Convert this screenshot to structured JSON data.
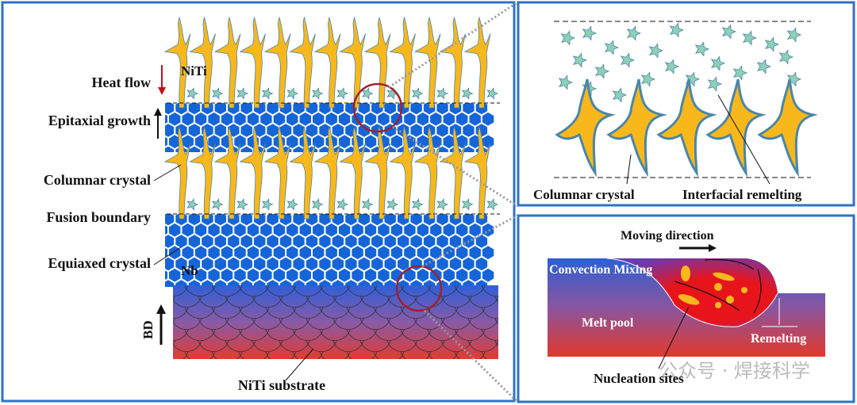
{
  "left_panel": {
    "labels": {
      "niti": "NiTi",
      "heat_flow": "Heat flow",
      "epitaxial_growth": "Epitaxial growth",
      "columnar_crystal": "Columnar crystal",
      "fusion_boundary": "Fusion boundary",
      "equiaxed_crystal": "Equiaxed crystal",
      "nb": "Nb",
      "bd": "BD",
      "niti_substrate": "NiTi substrate"
    }
  },
  "top_right_panel": {
    "labels": {
      "columnar_crystal": "Columnar crystal",
      "interfacial_remelting": "Interfacial remelting"
    }
  },
  "bottom_right_panel": {
    "labels": {
      "moving_direction": "Moving direction",
      "convection_mixing": "Convection Mixing",
      "melt_pool": "Melt pool",
      "remelting": "Remelting",
      "nucleation_sites": "Nucleation sites"
    }
  },
  "watermark": "公众号 · 焊接科学",
  "colors": {
    "frame": "#2f72c4",
    "dendrite": "#f8b81c",
    "dendrite_edge": "#4a86a8",
    "small_dendrite": "#8ecfb6",
    "hexagon": "#1565d8",
    "circle": "#a0202c",
    "heat_arrow": "#c0101a"
  }
}
